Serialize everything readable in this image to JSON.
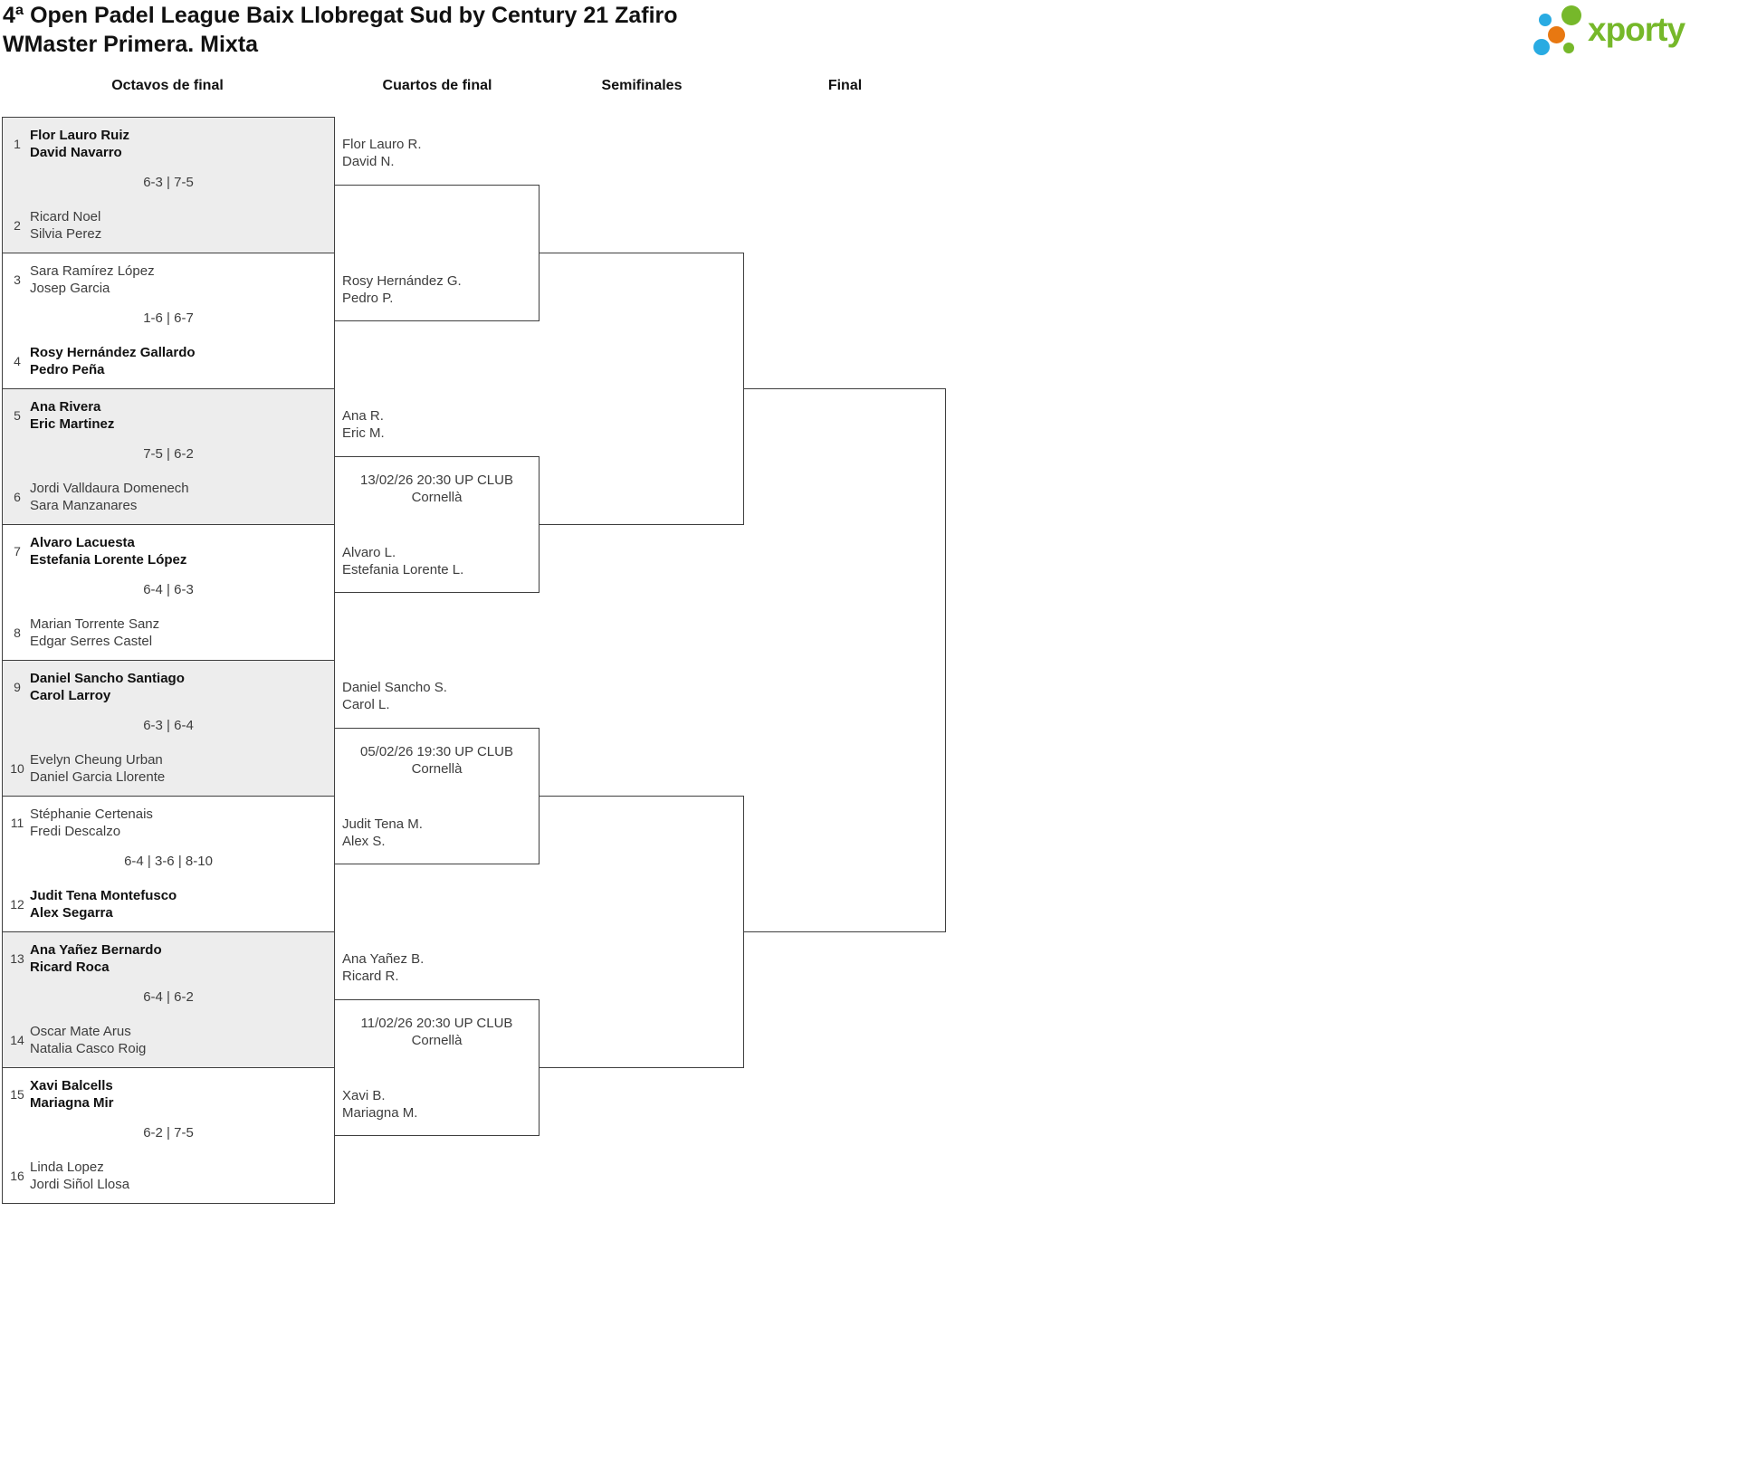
{
  "page": {
    "title": "4ª Open Padel League Baix Llobregat Sud by Century 21 Zafiro",
    "subtitle": "WMaster Primera. Mixta"
  },
  "round_headers": [
    "Octavos de final",
    "Cuartos de final",
    "Semifinales",
    "Final"
  ],
  "logo": {
    "text": "xporty",
    "colors": {
      "green": "#76b82a",
      "blue": "#29abe2",
      "orange": "#e87811"
    }
  },
  "colors": {
    "border": "#3f3f3f",
    "shaded_box": "#ededed",
    "winner_text": "#111111",
    "normal_text": "#3d3d3d"
  },
  "octavos": [
    {
      "shaded": true,
      "score": "6-3 | 7-5",
      "top": {
        "seed": "1",
        "line1": "Flor Lauro Ruiz",
        "line2": "David Navarro",
        "winner": true
      },
      "bottom": {
        "seed": "2",
        "line1": "Ricard Noel",
        "line2": "Silvia Perez",
        "winner": false
      }
    },
    {
      "shaded": false,
      "score": "1-6 | 6-7",
      "top": {
        "seed": "3",
        "line1": "Sara Ramírez López",
        "line2": "Josep Garcia",
        "winner": false
      },
      "bottom": {
        "seed": "4",
        "line1": "Rosy Hernández Gallardo",
        "line2": "Pedro Peña",
        "winner": true
      }
    },
    {
      "shaded": true,
      "score": "7-5 | 6-2",
      "top": {
        "seed": "5",
        "line1": "Ana Rivera",
        "line2": "Eric Martinez",
        "winner": true
      },
      "bottom": {
        "seed": "6",
        "line1": "Jordi Valldaura Domenech",
        "line2": "Sara Manzanares",
        "winner": false
      }
    },
    {
      "shaded": false,
      "score": "6-4 | 6-3",
      "top": {
        "seed": "7",
        "line1": "Alvaro Lacuesta",
        "line2": "Estefania Lorente López",
        "winner": true
      },
      "bottom": {
        "seed": "8",
        "line1": "Marian Torrente Sanz",
        "line2": "Edgar Serres Castel",
        "winner": false
      }
    },
    {
      "shaded": true,
      "score": "6-3 | 6-4",
      "top": {
        "seed": "9",
        "line1": "Daniel Sancho Santiago",
        "line2": "Carol Larroy",
        "winner": true
      },
      "bottom": {
        "seed": "10",
        "line1": "Evelyn Cheung Urban",
        "line2": "Daniel Garcia Llorente",
        "winner": false
      }
    },
    {
      "shaded": false,
      "score": "6-4 | 3-6 | 8-10",
      "top": {
        "seed": "11",
        "line1": "Stéphanie Certenais",
        "line2": "Fredi Descalzo",
        "winner": false
      },
      "bottom": {
        "seed": "12",
        "line1": "Judit Tena Montefusco",
        "line2": "Alex Segarra",
        "winner": true
      }
    },
    {
      "shaded": true,
      "score": "6-4 | 6-2",
      "top": {
        "seed": "13",
        "line1": "Ana Yañez Bernardo",
        "line2": "Ricard Roca",
        "winner": true
      },
      "bottom": {
        "seed": "14",
        "line1": "Oscar Mate Arus",
        "line2": "Natalia Casco Roig",
        "winner": false
      }
    },
    {
      "shaded": false,
      "score": "6-2 | 7-5",
      "top": {
        "seed": "15",
        "line1": "Xavi Balcells",
        "line2": "Mariagna Mir",
        "winner": true
      },
      "bottom": {
        "seed": "16",
        "line1": "Linda Lopez",
        "line2": "Jordi Siñol Llosa",
        "winner": false
      }
    }
  ],
  "cuartos": [
    {
      "top": {
        "line1": "Flor Lauro R.",
        "line2": "David N."
      },
      "schedule": null,
      "bottom": {
        "line1": "Rosy Hernández G.",
        "line2": "Pedro P."
      }
    },
    {
      "top": {
        "line1": "Ana R.",
        "line2": "Eric M."
      },
      "schedule": {
        "line1": "13/02/26 20:30 UP CLUB",
        "line2": "Cornellà"
      },
      "bottom": {
        "line1": "Alvaro L.",
        "line2": "Estefania Lorente L."
      }
    },
    {
      "top": {
        "line1": "Daniel Sancho S.",
        "line2": "Carol L."
      },
      "schedule": {
        "line1": "05/02/26 19:30 UP CLUB",
        "line2": "Cornellà"
      },
      "bottom": {
        "line1": "Judit Tena M.",
        "line2": "Alex S."
      }
    },
    {
      "top": {
        "line1": "Ana Yañez B.",
        "line2": "Ricard R."
      },
      "schedule": {
        "line1": "11/02/26 20:30 UP CLUB",
        "line2": "Cornellà"
      },
      "bottom": {
        "line1": "Xavi B.",
        "line2": "Mariagna M."
      }
    }
  ]
}
